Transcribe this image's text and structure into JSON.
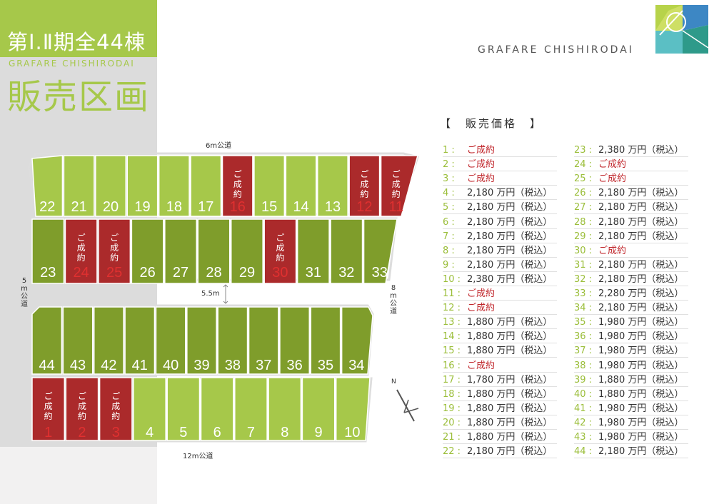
{
  "title": "第Ⅰ.Ⅱ期全44棟",
  "subtitle_en": "GRAFARE CHISHIRODAI",
  "subtitle_jp": "販売区画",
  "brand": "GRAFARE CHISHIRODAI",
  "colors": {
    "light_green": "#a6c84a",
    "dark_green": "#7f9d2b",
    "sold": "#ab2a2b",
    "number": "#9bbe3a"
  },
  "map": {
    "roads": {
      "top": "6m公道",
      "bottom": "12m公道",
      "middle": "5.5m",
      "left": [
        "5",
        "m",
        "公",
        "道"
      ],
      "right": [
        "8",
        "m",
        "公",
        "道"
      ]
    },
    "north_label": "N",
    "sold_text": [
      "ご",
      "成",
      "約"
    ],
    "plots": [
      {
        "no": "22",
        "sold": false,
        "row": 1
      },
      {
        "no": "21",
        "sold": false,
        "row": 1
      },
      {
        "no": "20",
        "sold": false,
        "row": 1
      },
      {
        "no": "19",
        "sold": false,
        "row": 1
      },
      {
        "no": "18",
        "sold": false,
        "row": 1
      },
      {
        "no": "17",
        "sold": false,
        "row": 1
      },
      {
        "no": "16",
        "sold": true,
        "row": 1
      },
      {
        "no": "15",
        "sold": false,
        "row": 1
      },
      {
        "no": "14",
        "sold": false,
        "row": 1
      },
      {
        "no": "13",
        "sold": false,
        "row": 1
      },
      {
        "no": "12",
        "sold": true,
        "row": 1
      },
      {
        "no": "11",
        "sold": true,
        "row": 1
      },
      {
        "no": "23",
        "sold": false,
        "row": 2
      },
      {
        "no": "24",
        "sold": true,
        "row": 2
      },
      {
        "no": "25",
        "sold": true,
        "row": 2
      },
      {
        "no": "26",
        "sold": false,
        "row": 2
      },
      {
        "no": "27",
        "sold": false,
        "row": 2
      },
      {
        "no": "28",
        "sold": false,
        "row": 2
      },
      {
        "no": "29",
        "sold": false,
        "row": 2
      },
      {
        "no": "30",
        "sold": true,
        "row": 2
      },
      {
        "no": "31",
        "sold": false,
        "row": 2
      },
      {
        "no": "32",
        "sold": false,
        "row": 2
      },
      {
        "no": "33",
        "sold": false,
        "row": 2
      },
      {
        "no": "44",
        "sold": false,
        "row": 3
      },
      {
        "no": "43",
        "sold": false,
        "row": 3
      },
      {
        "no": "42",
        "sold": false,
        "row": 3
      },
      {
        "no": "41",
        "sold": false,
        "row": 3
      },
      {
        "no": "40",
        "sold": false,
        "row": 3
      },
      {
        "no": "39",
        "sold": false,
        "row": 3
      },
      {
        "no": "38",
        "sold": false,
        "row": 3
      },
      {
        "no": "37",
        "sold": false,
        "row": 3
      },
      {
        "no": "36",
        "sold": false,
        "row": 3
      },
      {
        "no": "35",
        "sold": false,
        "row": 3
      },
      {
        "no": "34",
        "sold": false,
        "row": 3
      },
      {
        "no": "1",
        "sold": true,
        "row": 4
      },
      {
        "no": "2",
        "sold": true,
        "row": 4
      },
      {
        "no": "3",
        "sold": true,
        "row": 4
      },
      {
        "no": "4",
        "sold": false,
        "row": 4
      },
      {
        "no": "5",
        "sold": false,
        "row": 4
      },
      {
        "no": "6",
        "sold": false,
        "row": 4
      },
      {
        "no": "7",
        "sold": false,
        "row": 4
      },
      {
        "no": "8",
        "sold": false,
        "row": 4
      },
      {
        "no": "9",
        "sold": false,
        "row": 4
      },
      {
        "no": "10",
        "sold": false,
        "row": 4
      }
    ]
  },
  "prices": {
    "heading": "【　販売価格　】",
    "items": [
      {
        "no": "1 :",
        "value": "ご成約",
        "sold": true
      },
      {
        "no": "2 :",
        "value": "ご成約",
        "sold": true
      },
      {
        "no": "3 :",
        "value": "ご成約",
        "sold": true
      },
      {
        "no": "4 :",
        "value": "2,180 万円（税込）",
        "sold": false
      },
      {
        "no": "5 :",
        "value": "2,180 万円（税込）",
        "sold": false
      },
      {
        "no": "6 :",
        "value": "2,180 万円（税込）",
        "sold": false
      },
      {
        "no": "7 :",
        "value": "2,180 万円（税込）",
        "sold": false
      },
      {
        "no": "8 :",
        "value": "2,180 万円（税込）",
        "sold": false
      },
      {
        "no": "9 :",
        "value": "2,180 万円（税込）",
        "sold": false
      },
      {
        "no": "10 :",
        "value": "2,380 万円（税込）",
        "sold": false
      },
      {
        "no": "11 :",
        "value": "ご成約",
        "sold": true
      },
      {
        "no": "12 :",
        "value": "ご成約",
        "sold": true
      },
      {
        "no": "13 :",
        "value": "1,880 万円（税込）",
        "sold": false
      },
      {
        "no": "14 :",
        "value": "1,880 万円（税込）",
        "sold": false
      },
      {
        "no": "15 :",
        "value": "1,880 万円（税込）",
        "sold": false
      },
      {
        "no": "16 :",
        "value": "ご成約",
        "sold": true
      },
      {
        "no": "17 :",
        "value": "1,780 万円（税込）",
        "sold": false
      },
      {
        "no": "18 :",
        "value": "1,880 万円（税込）",
        "sold": false
      },
      {
        "no": "19 :",
        "value": "1,880 万円（税込）",
        "sold": false
      },
      {
        "no": "20 :",
        "value": "1,880 万円（税込）",
        "sold": false
      },
      {
        "no": "21 :",
        "value": "1,880 万円（税込）",
        "sold": false
      },
      {
        "no": "22 :",
        "value": "2,180 万円（税込）",
        "sold": false
      },
      {
        "no": "23 :",
        "value": "2,380 万円（税込）",
        "sold": false
      },
      {
        "no": "24 :",
        "value": "ご成約",
        "sold": true
      },
      {
        "no": "25 :",
        "value": "ご成約",
        "sold": true
      },
      {
        "no": "26 :",
        "value": "2,180 万円（税込）",
        "sold": false
      },
      {
        "no": "27 :",
        "value": "2,180 万円（税込）",
        "sold": false
      },
      {
        "no": "28 :",
        "value": "2,180 万円（税込）",
        "sold": false
      },
      {
        "no": "29 :",
        "value": "2,180 万円（税込）",
        "sold": false
      },
      {
        "no": "30 :",
        "value": "ご成約",
        "sold": true
      },
      {
        "no": "31 :",
        "value": "2,180 万円（税込）",
        "sold": false
      },
      {
        "no": "32 :",
        "value": "2,180 万円（税込）",
        "sold": false
      },
      {
        "no": "33 :",
        "value": "2,280 万円（税込）",
        "sold": false
      },
      {
        "no": "34 :",
        "value": "2,180 万円（税込）",
        "sold": false
      },
      {
        "no": "35 :",
        "value": "1,980 万円（税込）",
        "sold": false
      },
      {
        "no": "36 :",
        "value": "1,980 万円（税込）",
        "sold": false
      },
      {
        "no": "37 :",
        "value": "1,980 万円（税込）",
        "sold": false
      },
      {
        "no": "38 :",
        "value": "1,980 万円（税込）",
        "sold": false
      },
      {
        "no": "39 :",
        "value": "1,880 万円（税込）",
        "sold": false
      },
      {
        "no": "40 :",
        "value": "1,880 万円（税込）",
        "sold": false
      },
      {
        "no": "41 :",
        "value": "1,980 万円（税込）",
        "sold": false
      },
      {
        "no": "42 :",
        "value": "1,980 万円（税込）",
        "sold": false
      },
      {
        "no": "43 :",
        "value": "1,980 万円（税込）",
        "sold": false
      },
      {
        "no": "44 :",
        "value": "2,180 万円（税込）",
        "sold": false
      }
    ]
  }
}
